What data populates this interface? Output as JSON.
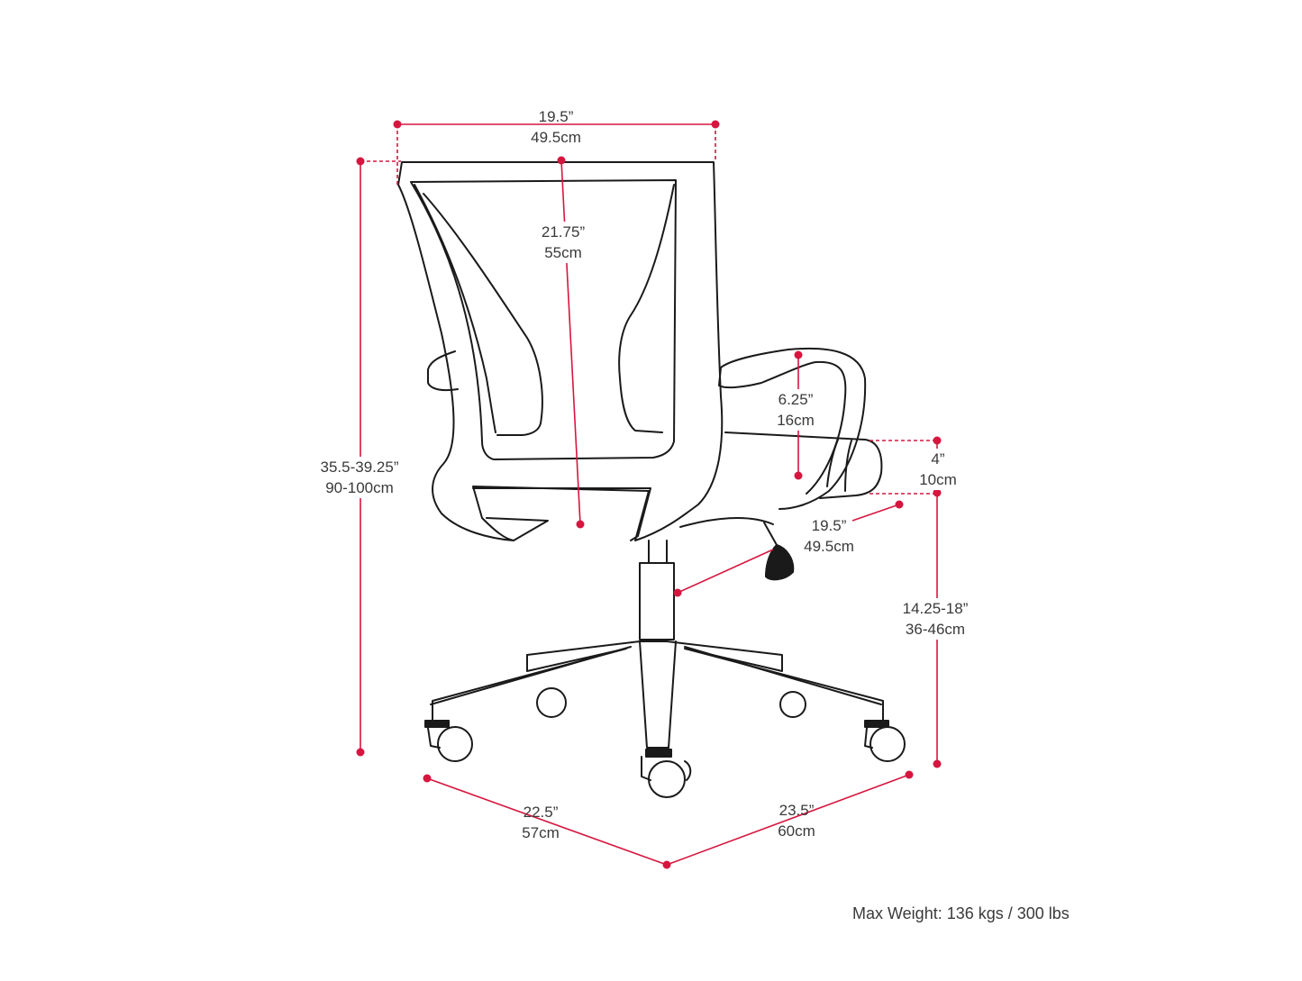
{
  "dimensions": {
    "back_width": {
      "imperial": "19.5”",
      "metric": "49.5cm"
    },
    "back_height": {
      "imperial": "21.75”",
      "metric": "55cm"
    },
    "overall_height": {
      "imperial": "35.5-39.25”",
      "metric": "90-100cm"
    },
    "armrest_height": {
      "imperial": "6.25”",
      "metric": "16cm"
    },
    "seat_thickness": {
      "imperial": "4”",
      "metric": "10cm"
    },
    "seat_width": {
      "imperial": "19.5”",
      "metric": "49.5cm"
    },
    "seat_height": {
      "imperial": "14.25-18”",
      "metric": "36-46cm"
    },
    "base_depth": {
      "imperial": "22.5”",
      "metric": "57cm"
    },
    "base_width": {
      "imperial": "23.5”",
      "metric": "60cm"
    }
  },
  "max_weight": "Max Weight: 136 kgs / 300 lbs",
  "colors": {
    "dimension_line": "#d6163f",
    "outline": "#1a1a1a",
    "text": "#3a3a3a"
  }
}
